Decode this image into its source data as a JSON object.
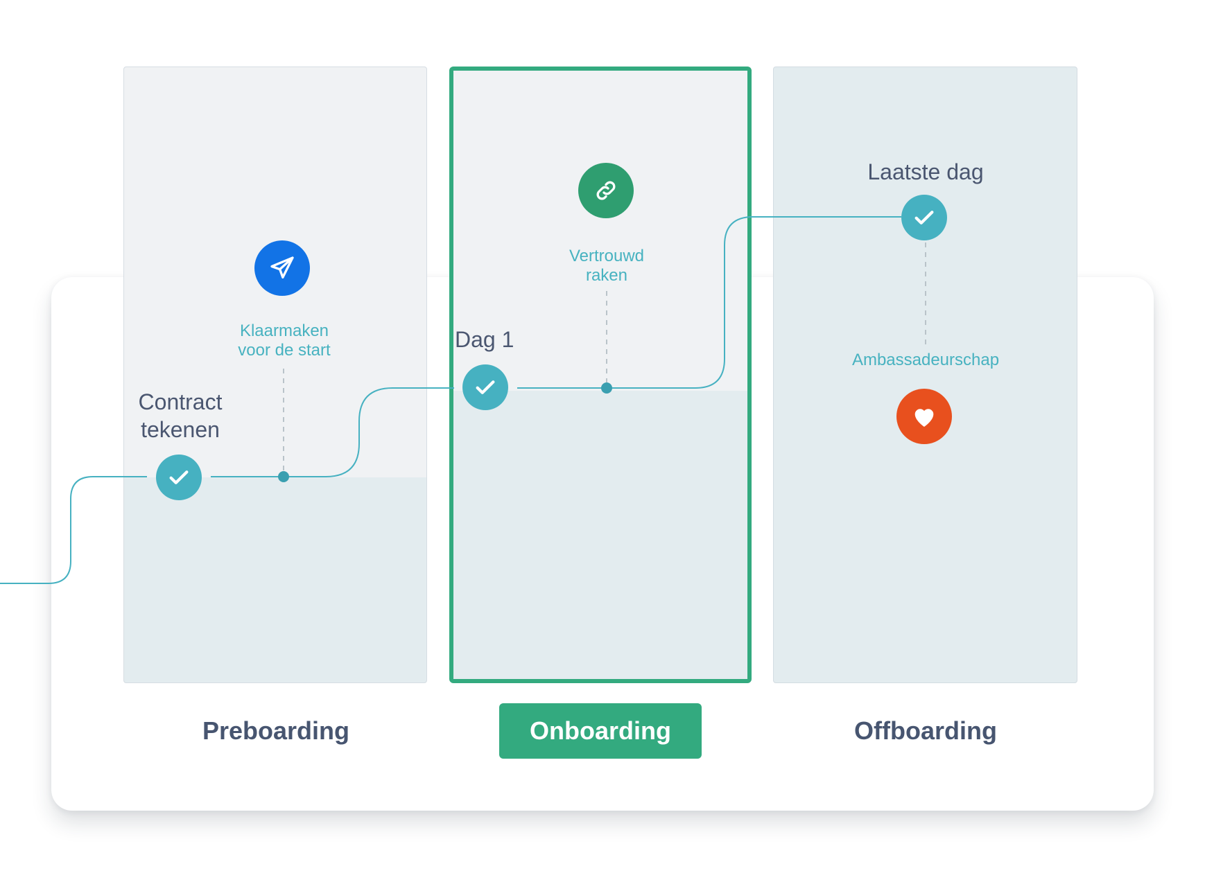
{
  "phases": [
    {
      "label": "Preboarding",
      "active": false
    },
    {
      "label": "Onboarding",
      "active": true
    },
    {
      "label": "Offboarding",
      "active": false
    }
  ],
  "milestones": {
    "contract": "Contract\ntekenen",
    "dag1": "Dag 1",
    "laatste_dag": "Laatste dag"
  },
  "steps": {
    "klaarmaken": "Klaarmaken\nvoor de start",
    "vertrouwd": "Vertrouwd\nraken",
    "ambassadeurschap": "Ambassadeurschap"
  },
  "icons": {
    "klaarmaken": "paper-plane-icon",
    "vertrouwd": "link-icon",
    "ambassadeurschap": "heart-icon",
    "milestones": "check-icon"
  },
  "colors": {
    "accent_green": "#33aa7f",
    "line_teal": "#46b1c1",
    "label_dark": "#475570",
    "blue": "#1273e6",
    "green_icon": "#2f9e70",
    "orange": "#e8501e"
  }
}
